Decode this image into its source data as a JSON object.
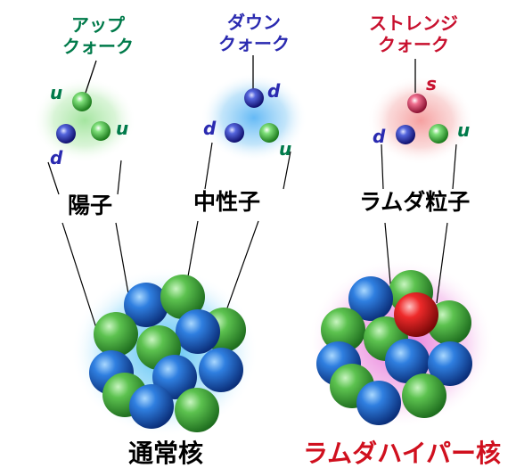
{
  "quark_labels": {
    "up": [
      "アップ",
      "クォーク"
    ],
    "down": [
      "ダウン",
      "クォーク"
    ],
    "strange": [
      "ストレンジ",
      "クォーク"
    ]
  },
  "particles": {
    "proton": "陽子",
    "neutron": "中性子",
    "lambda": "ラムダ粒子"
  },
  "quark_symbols": {
    "proton": [
      "u",
      "d",
      "u"
    ],
    "neutron": [
      "d",
      "d",
      "u"
    ],
    "lambda": [
      "s",
      "d",
      "u"
    ]
  },
  "nuclei": {
    "normal": "通常核",
    "hyper": "ラムダハイパー核"
  },
  "colors": {
    "up_text": "#007a4a",
    "down_text": "#2a2ab0",
    "strange_text": "#c8102e",
    "hyper_title": "#d0101e",
    "proton_sphere": "#3aa63a",
    "neutron_sphere": "#1f5fbf",
    "lambda_sphere": "#e01a1a"
  }
}
